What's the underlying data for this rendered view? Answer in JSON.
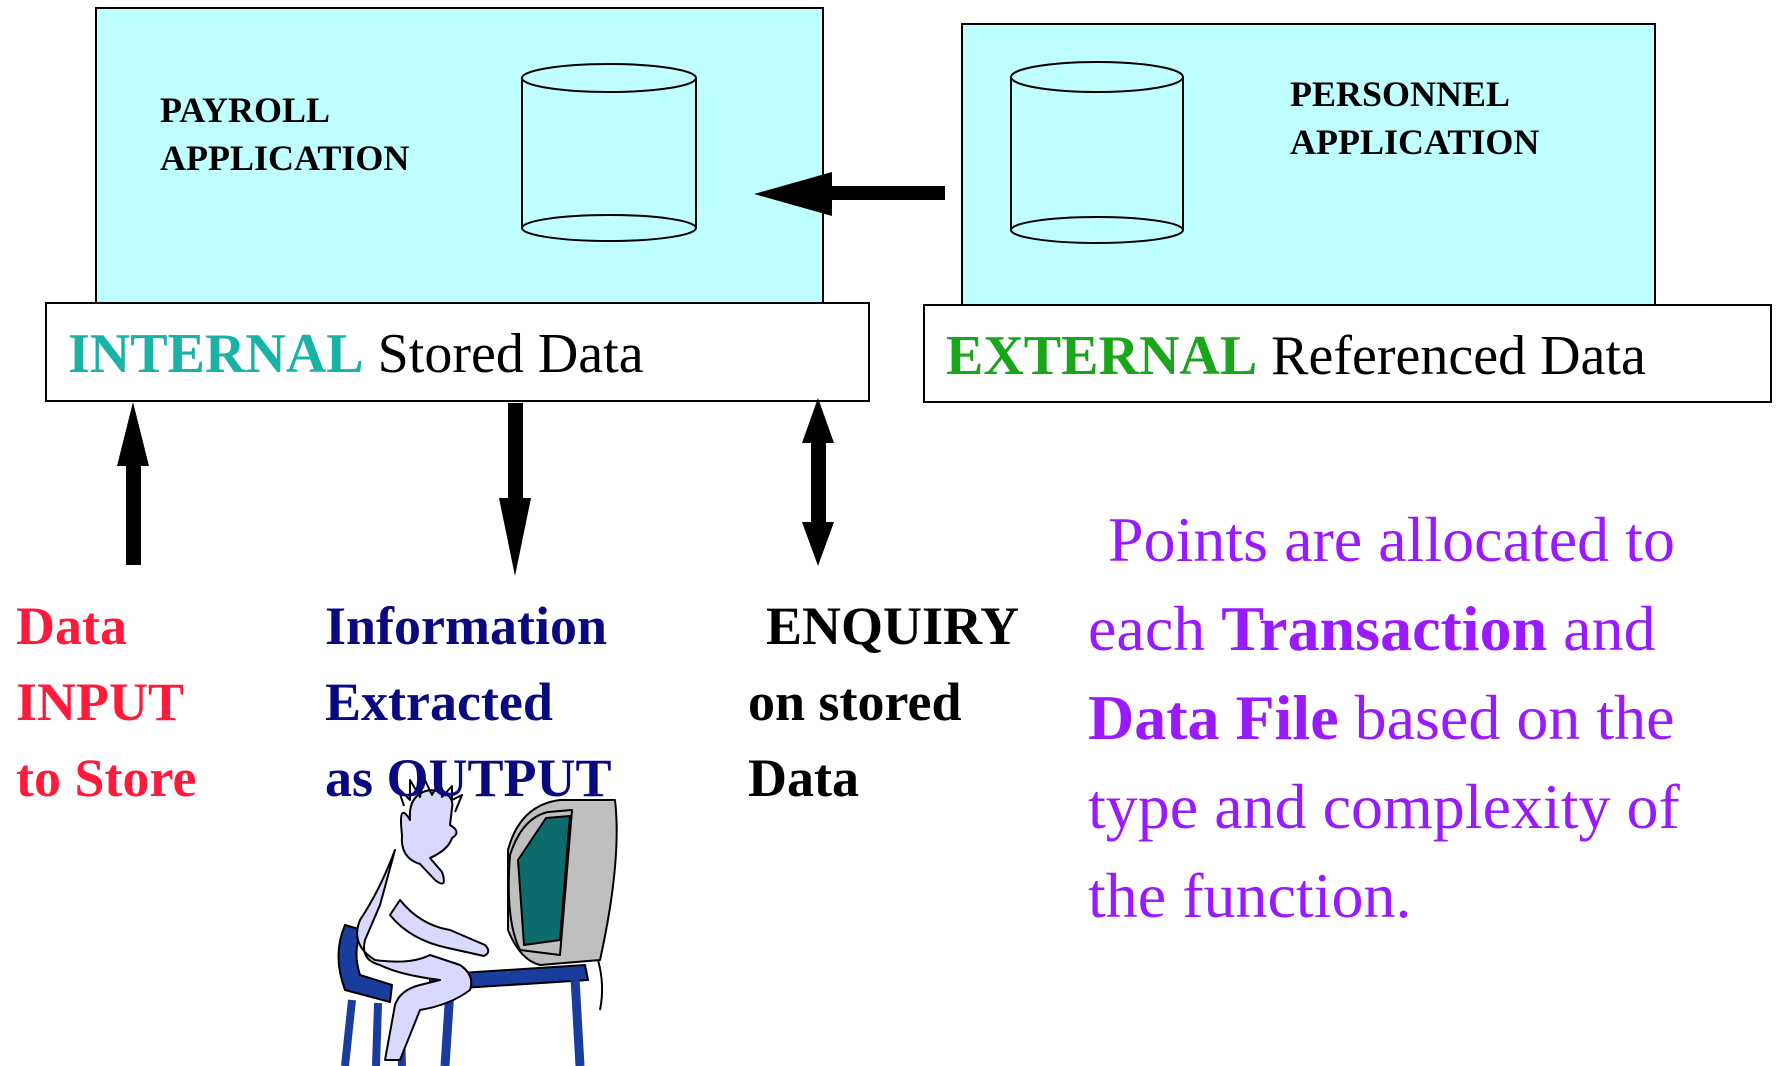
{
  "payroll": {
    "line1": "PAYROLL",
    "line2": "APPLICATION"
  },
  "personnel": {
    "line1": "PERSONNEL",
    "line2": "APPLICATION"
  },
  "internal_box": {
    "keyword": "INTERNAL",
    "rest": "Stored Data"
  },
  "external_box": {
    "keyword": "EXTERNAL",
    "rest": "Referenced Data"
  },
  "labels": {
    "input": [
      "Data",
      "INPUT",
      "to Store"
    ],
    "output": [
      "Information",
      "Extracted",
      "as OUTPUT"
    ],
    "enquiry": [
      "ENQUIRY",
      "on stored",
      "Data"
    ]
  },
  "note": {
    "line1": "Points are allocated to",
    "line2_a": "each ",
    "line2_b": "Transaction",
    "line2_c": " and",
    "line3_a": "Data File",
    "line3_b": " based on the",
    "line4": "type and complexity of",
    "line5": "the function."
  },
  "colors": {
    "app_fill": "#c0ffff",
    "internal": "#19b3a6",
    "external": "#1aa51a",
    "input": "#ff1a3c",
    "output": "#0a0a80",
    "note": "#9a1aff"
  },
  "icons": [
    "database-cylinder-icon",
    "person-at-computer-clipart"
  ]
}
